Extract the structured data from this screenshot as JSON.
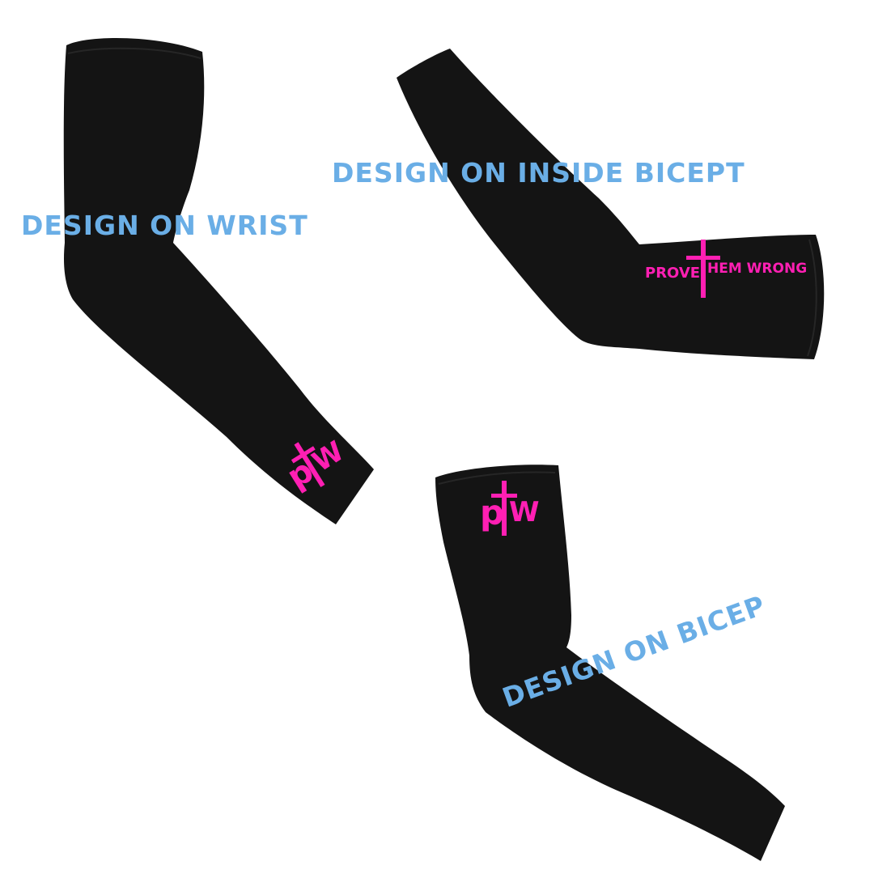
{
  "colors": {
    "background": "#ffffff",
    "sleeve": "#141414",
    "sleeve_highlight": "#262626",
    "caption": "#6aaee6",
    "logo": "#ff1fb3"
  },
  "captions": {
    "wrist": "DESIGN ON WRIST",
    "inside_bicep": "DESIGN ON INSIDE BICEPT",
    "bicep": "DESIGN ON BICEP"
  },
  "logos": {
    "monogram_left": "p",
    "monogram_right": "W",
    "phrase_before": "PROVE",
    "phrase_after": "HEM WRONG",
    "cross_icon": "cross-icon"
  }
}
